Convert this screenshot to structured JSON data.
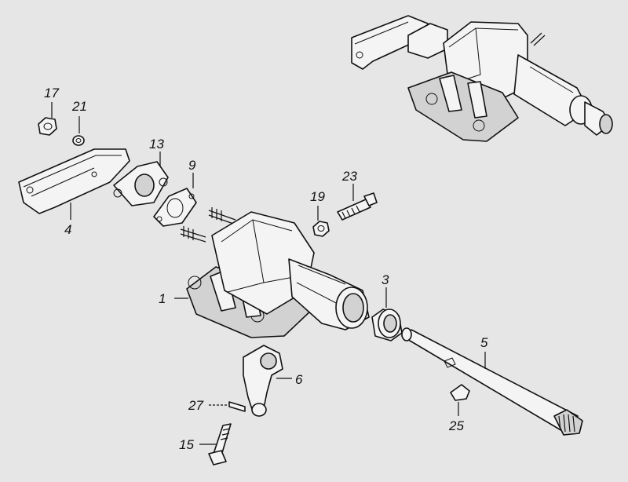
{
  "labels": {
    "p1": "1",
    "p3": "3",
    "p4": "4",
    "p5": "5",
    "p6": "6",
    "p9": "9",
    "p13": "13",
    "p15": "15",
    "p17": "17",
    "p19": "19",
    "p21": "21",
    "p23": "23",
    "p25": "25",
    "p27": "27"
  }
}
